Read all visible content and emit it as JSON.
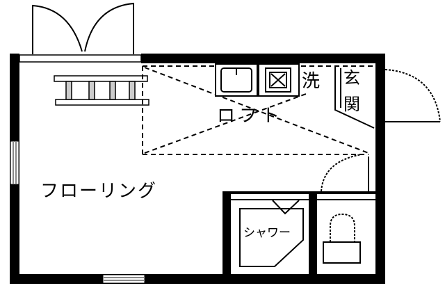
{
  "floorplan": {
    "rooms": {
      "flooring": "フローリング",
      "loft": "ロフト",
      "shower": "シャワー",
      "washer": "洗",
      "entrance": "玄関"
    },
    "fixtures": [
      "balcony-double-door",
      "ladder",
      "kitchen-sink",
      "stove",
      "washing-machine-space",
      "entrance-door",
      "closet-door",
      "shower-unit",
      "toilet",
      "windows"
    ],
    "colors": {
      "wall": "#000000",
      "background": "#ffffff",
      "window": "#9a9a9a"
    }
  }
}
